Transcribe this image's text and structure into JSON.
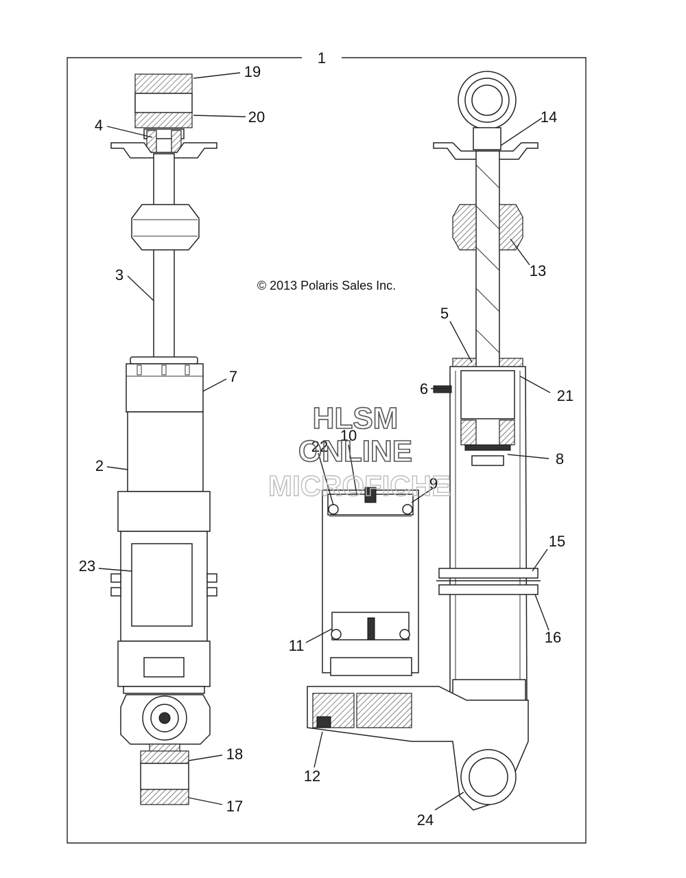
{
  "copyright": "© 2013 Polaris Sales Inc.",
  "watermark": {
    "line1": "HLSM",
    "line2": "ONLINE",
    "line3": "MICROFICHE"
  },
  "callouts": {
    "c1": "1",
    "c2": "2",
    "c3": "3",
    "c4": "4",
    "c5": "5",
    "c6": "6",
    "c7": "7",
    "c8": "8",
    "c9": "9",
    "c10": "10",
    "c11": "11",
    "c12": "12",
    "c13": "13",
    "c14": "14",
    "c15": "15",
    "c16": "16",
    "c17": "17",
    "c18": "18",
    "c19": "19",
    "c20": "20",
    "c21": "21",
    "c22": "22",
    "c23": "23",
    "c24": "24"
  }
}
